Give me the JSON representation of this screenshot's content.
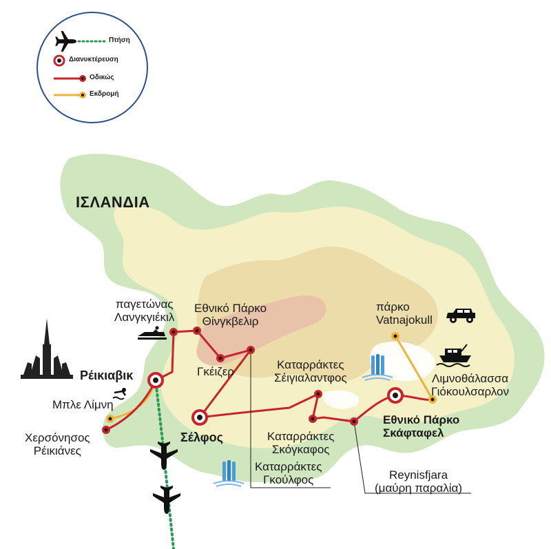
{
  "map": {
    "country_label": "ΙΣΛΑΝΔΙΑ",
    "colors": {
      "sea": "#ffffff",
      "coast": "#cfe6bf",
      "inland": "#f5f0c6",
      "highland": "#ecdcaa",
      "hot_area": "#e8c2a9",
      "road": "#c8232c",
      "excursion": "#f0b23c",
      "flight": "#2a9a56"
    }
  },
  "legend": {
    "items": [
      {
        "label": "Πτήση",
        "icon": "airplane-icon"
      },
      {
        "label": "Διανυκτέρευση",
        "icon": "overnight-marker-icon"
      },
      {
        "label": "Οδικώς",
        "icon": "road-line-icon"
      },
      {
        "label": "Εκδρομή",
        "icon": "excursion-line-icon"
      }
    ]
  },
  "places": {
    "reykjavik": "Ρέικιαβικ",
    "blue_lagoon": "Μπλε Λίμνη",
    "reykjanes_1": "Χερσόνησος",
    "reykjanes_2": "Ρέικιάνες",
    "langjokull_1": "παγετώνας",
    "langjokull_2": "Λανγκγιέκιλ",
    "thingvellir_1": "Εθνικό Πάρκο",
    "thingvellir_2": "Θίνγκβελιρ",
    "geysir": "Γκέιζερ",
    "selfoss": "Σέλφος",
    "gullfoss_1": "Καταρράκτες",
    "gullfoss_2": "Γκούλφος",
    "seljalandsfoss_1": "Καταρράκτες",
    "seljalandsfoss_2": "Σέιγιαλαντφος",
    "skogafoss_1": "Καταρράκτες",
    "skogafoss_2": "Σκόγκαφος",
    "reynisfjara_1": "Reynisfjara",
    "reynisfjara_2": "(μαύρη παραλία)",
    "skaftafell_1": "Εθνικό Πάρκο",
    "skaftafell_2": "Σκάφταφελ",
    "vatnajokull_1": "πάρκο",
    "vatnajokull_2": "Vatnajokull",
    "jokulsarlon_1": "Λιμνοθάλασσα",
    "jokulsarlon_2": "Γιόκουλσαρλον"
  }
}
